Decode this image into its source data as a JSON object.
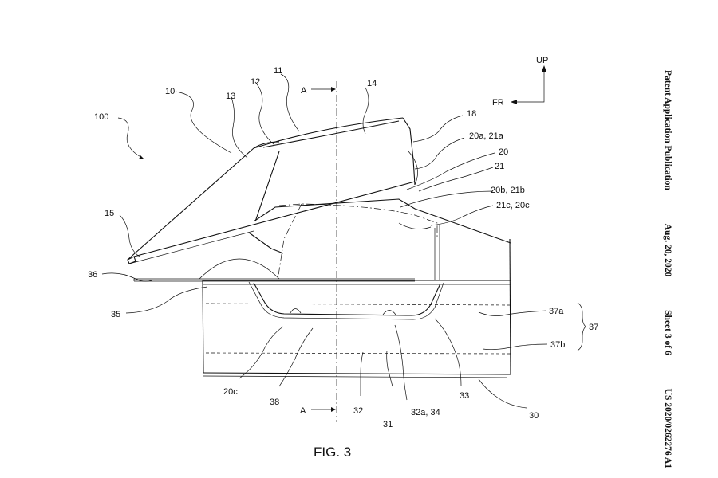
{
  "header": {
    "publication": "Patent Application Publication",
    "date": "Aug. 20, 2020",
    "sheet": "Sheet 3 of 6",
    "number": "US 2020/0262276 A1"
  },
  "figure": {
    "caption": "FIG. 3"
  },
  "directions": {
    "up": "UP",
    "front": "FR"
  },
  "section": {
    "top": "A",
    "bottom": "A"
  },
  "refs": {
    "r100": "100",
    "r10": "10",
    "r11": "11",
    "r12": "12",
    "r13": "13",
    "r14": "14",
    "r15": "15",
    "r18": "18",
    "r20a21a": "20a, 21a",
    "r20": "20",
    "r21": "21",
    "r20b21b": "20b, 21b",
    "r21c20c": "21c, 20c",
    "r36": "36",
    "r35": "35",
    "r37a": "37a",
    "r37": "37",
    "r37b": "37b",
    "r20c": "20c",
    "r38": "38",
    "r32": "32",
    "r31": "31",
    "r32a34": "32a, 34",
    "r33": "33",
    "r30": "30"
  }
}
